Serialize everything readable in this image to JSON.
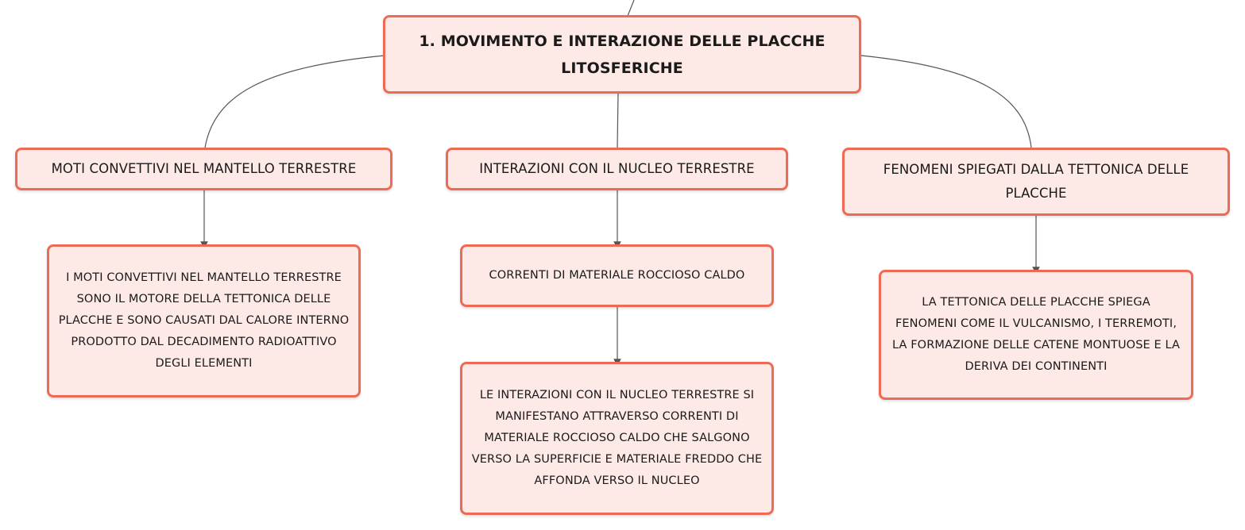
{
  "diagram": {
    "root": {
      "text": "1. MOVIMENTO E INTERAZIONE DELLE PLACCHE LITOSFERICHE"
    },
    "branches": [
      {
        "text": "MOTI CONVETTIVI NEL MANTELLO TERRESTRE",
        "children": [
          {
            "text": "I MOTI CONVETTIVI NEL MANTELLO TERRESTRE SONO IL MOTORE DELLA TETTONICA DELLE PLACCHE E SONO CAUSATI DAL CALORE INTERNO PRODOTTO DAL DECADIMENTO RADIOATTIVO DEGLI ELEMENTI"
          }
        ]
      },
      {
        "text": "INTERAZIONI CON IL NUCLEO TERRESTRE",
        "children": [
          {
            "text": "CORRENTI DI MATERIALE ROCCIOSO CALDO",
            "children": [
              {
                "text": "LE INTERAZIONI CON IL NUCLEO TERRESTRE SI MANIFESTANO ATTRAVERSO CORRENTI DI MATERIALE ROCCIOSO CALDO CHE SALGONO VERSO LA SUPERFICIE E MATERIALE FREDDO CHE AFFONDA VERSO IL NUCLEO"
              }
            ]
          }
        ]
      },
      {
        "text": "FENOMENI SPIEGATI DALLA TETTONICA DELLE PLACCHE",
        "children": [
          {
            "text": "LA TETTONICA DELLE PLACCHE SPIEGA FENOMENI COME IL VULCANISMO, I TERREMOTI, LA FORMAZIONE DELLE CATENE MONTUOSE E LA DERIVA DEI CONTINENTI"
          }
        ]
      }
    ],
    "colors": {
      "node_fill": "#fdeae6",
      "node_border": "#ee6a55",
      "connector": "#555555"
    }
  }
}
